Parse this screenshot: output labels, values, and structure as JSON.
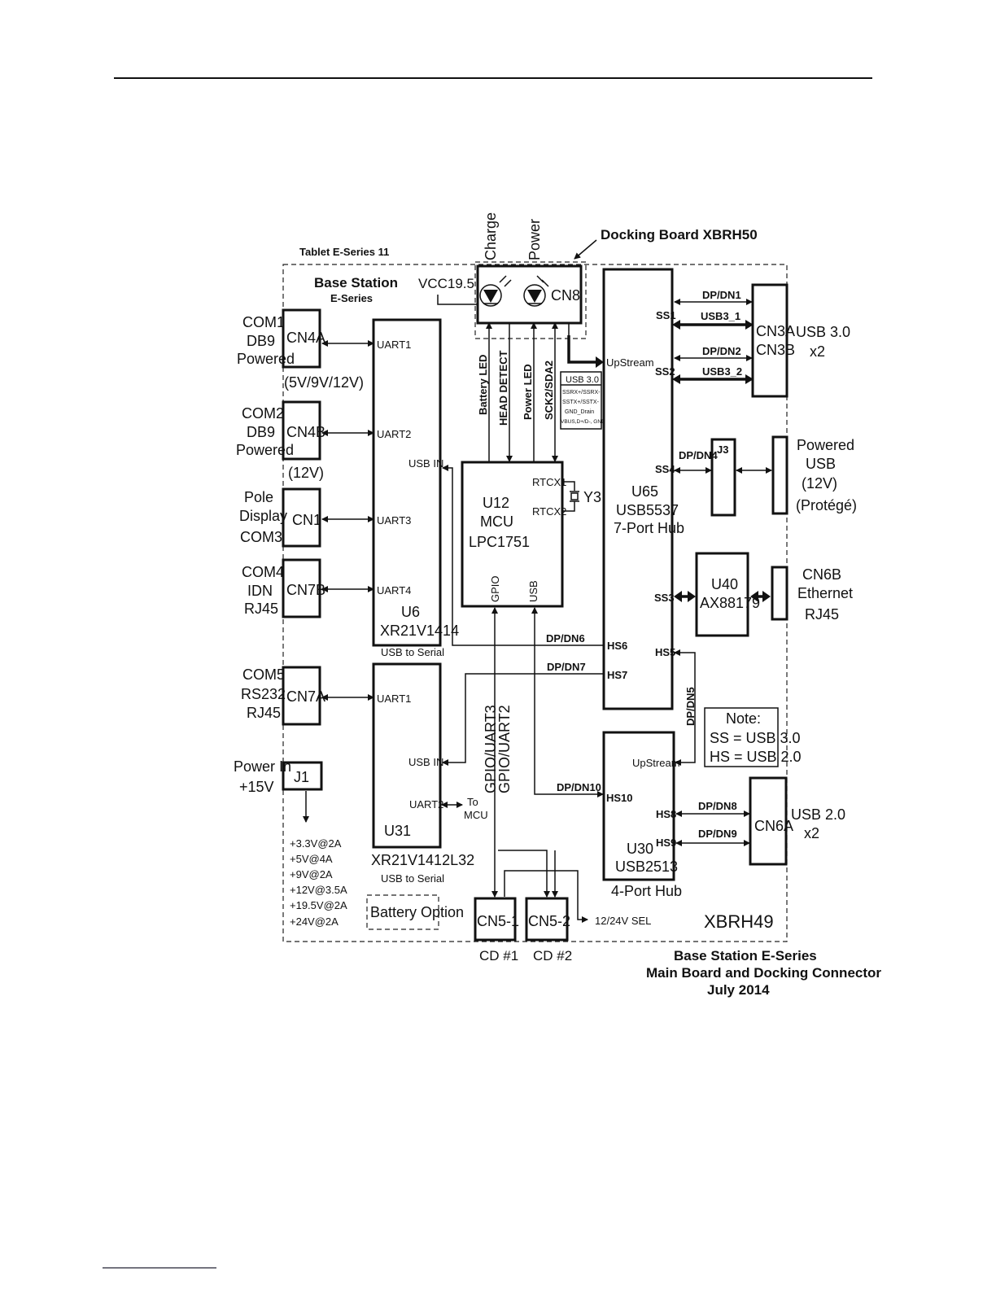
{
  "labels": {
    "tablet": "Tablet E-Series 11",
    "docking_board": "Docking Board XBRH50",
    "base_station_1": "Base Station",
    "base_station_2": "E-Series",
    "vcc": "VCC19.5",
    "charge": "Charge",
    "power": "Power",
    "cn8": "CN8",
    "com1": [
      "COM1",
      "DB9",
      "Powered"
    ],
    "com1_volt": "(5V/9V/12V)",
    "com2": [
      "COM2",
      "DB9",
      "Powered"
    ],
    "com2_volt": "(12V)",
    "pole": [
      "Pole",
      "Display",
      "COM3"
    ],
    "com4": [
      "COM4",
      "IDN",
      "RJ45"
    ],
    "com5": [
      "COM5",
      "RS232",
      "RJ45"
    ],
    "power_in": [
      "Power In",
      "+15V"
    ],
    "cn4a": "CN4A",
    "cn4b": "CN4B",
    "cn1": "CN1",
    "cn7b": "CN7B",
    "cn7a": "CN7A",
    "j1": "J1",
    "rails": [
      "+3.3V@2A",
      "+5V@4A",
      "+9V@2A",
      "+12V@3.5A",
      "+19.5V@2A",
      "+24V@2A"
    ],
    "uart1": "UART1",
    "uart2": "UART2",
    "uart3": "UART3",
    "uart4": "UART4",
    "usb_in": "USB IN",
    "u6": [
      "U6",
      "XR21V1414"
    ],
    "usb_to_serial": "USB to Serial",
    "u31": "U31",
    "u31_part": "XR21V1412L32",
    "to_mcu": [
      "To",
      "MCU"
    ],
    "battery_option": "Battery Option",
    "battery_led": "Battery LED",
    "head_detect": "HEAD DETECT",
    "power_led": "Power LED",
    "sck": "SCK2/SDA2",
    "usb30_note": [
      "USB 3.0",
      "SSRX+/SSRX-",
      "SSTX+/SSTX-",
      "GND_Drain",
      "VBUS,D+/D-, GND"
    ],
    "u12": [
      "U12",
      "MCU",
      "LPC1751"
    ],
    "rtcx1": "RTCX1",
    "rtcx2": "RTCX2",
    "y3": "Y3",
    "gpio": "GPIO",
    "usb": "USB",
    "gpio_uart3": "GPIO/UART3",
    "gpio_uart2": "GPIO/UART2",
    "dpdn6": "DP/DN6",
    "dpdn7": "DP/DN7",
    "dpdn10": "DP/DN10",
    "dpdn1": "DP/DN1",
    "dpdn2": "DP/DN2",
    "dpdn4": "DP/DN4",
    "dpdn5": "DP/DN5",
    "dpdn8": "DP/DN8",
    "dpdn9": "DP/DN9",
    "usb3_1": "USB3_1",
    "usb3_2": "USB3_2",
    "ss1": "SS1",
    "ss2": "SS2",
    "ss3": "SS3",
    "ss4": "SS4",
    "hs5": "HS5",
    "hs6": "HS6",
    "hs7": "HS7",
    "hs8": "HS8",
    "hs9": "HS9",
    "hs10": "HS10",
    "upstream": "UpStream",
    "u65": [
      "U65",
      "USB5537",
      "7-Port Hub"
    ],
    "cn3": [
      "CN3A",
      "CN3B"
    ],
    "usb30x2": [
      "USB 3.0",
      "x2"
    ],
    "j3": "J3",
    "powered_usb": [
      "Powered",
      "USB",
      "(12V)",
      "(Protégé)"
    ],
    "u40": [
      "U40",
      "AX88179"
    ],
    "cn6b": [
      "CN6B",
      "Ethernet",
      "RJ45"
    ],
    "note": [
      "Note:",
      "SS = USB 3.0",
      "HS = USB 2.0"
    ],
    "u30": [
      "U30",
      "USB2513"
    ],
    "port4": "4-Port Hub",
    "cn6a": "CN6A",
    "usb20x2": [
      "USB 2.0",
      "x2"
    ],
    "cn5_1": "CN5-1",
    "cn5_2": "CN5-2",
    "cd1": "CD #1",
    "cd2": "CD #2",
    "sel": "12/24V SEL",
    "xbrh49": "XBRH49",
    "caption": [
      "Base Station E-Series",
      "Main Board and Docking Connector",
      "July 2014"
    ]
  }
}
